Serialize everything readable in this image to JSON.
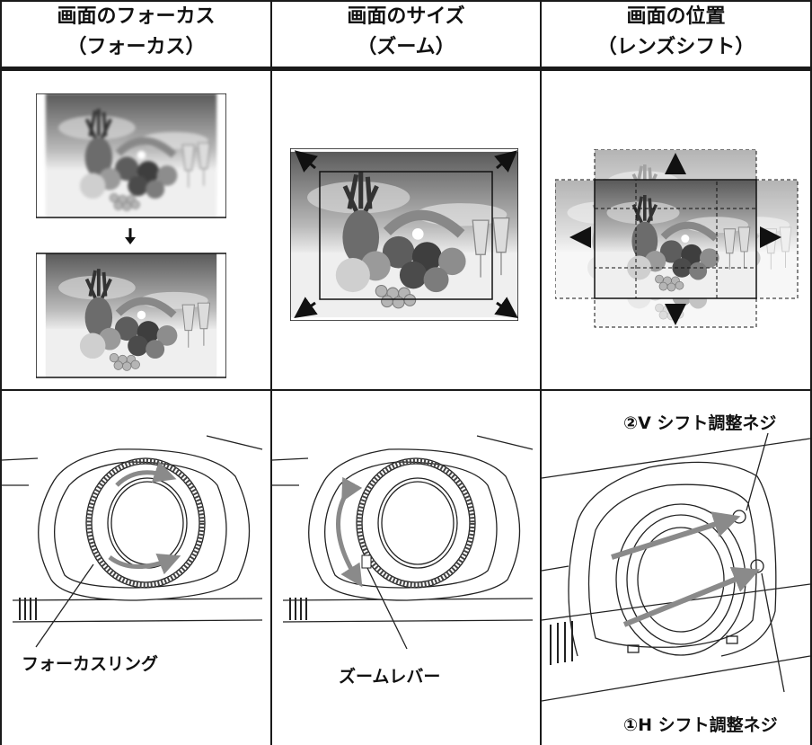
{
  "columns": [
    {
      "title": "画面のフォーカス",
      "subtitle": "（フォーカス）"
    },
    {
      "title": "画面のサイズ",
      "subtitle": "（ズーム）"
    },
    {
      "title": "画面の位置",
      "subtitle": "（レンズシフト）"
    }
  ],
  "labels": {
    "focus_ring": "フォーカスリング",
    "zoom_lever": "ズームレバー",
    "v_shift": "②V シフト調整ネジ",
    "h_shift": "①H シフト調整ネジ"
  },
  "colors": {
    "lines": "#1a1a1a",
    "arrow": "#8a8a8a"
  }
}
